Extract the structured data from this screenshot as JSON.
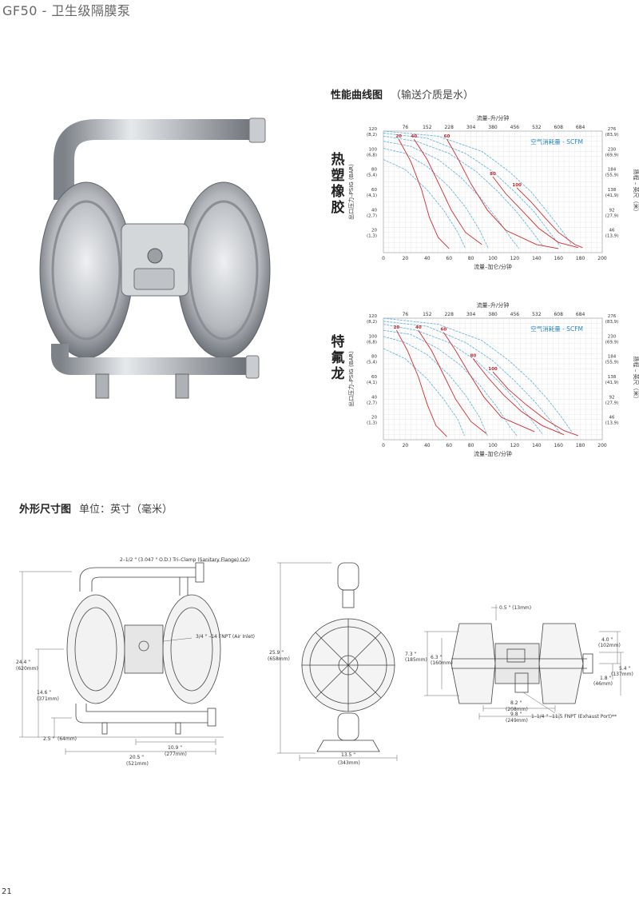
{
  "page": {
    "title": "GF50 - 卫生级隔膜泵",
    "page_number": "21"
  },
  "performance": {
    "heading": "性能曲线图",
    "subheading": "（输送介质是水）"
  },
  "charts": [
    {
      "material_label": [
        "热",
        "塑",
        "橡",
        "胶"
      ]
    },
    {
      "material_label": [
        "特",
        "氟",
        "龙"
      ]
    }
  ],
  "chart_data": [
    {
      "type": "line",
      "title": "",
      "top_axis_label": "流量–升/分钟",
      "top_ticks": [
        "76",
        "152",
        "228",
        "304",
        "380",
        "456",
        "532",
        "608",
        "684"
      ],
      "xlabel": "流量–加仑/分钟",
      "x_ticks": [
        0,
        20,
        40,
        60,
        80,
        100,
        120,
        140,
        160,
        180,
        200
      ],
      "xlim": [
        0,
        200
      ],
      "ylabel_left": "出口压力–PSIG (BAR)",
      "ylabel_right": "扬程 – 英尺（米）",
      "ylim": [
        0,
        120
      ],
      "left_ticks": [
        {
          "v": 120,
          "main": "120",
          "sub": "(8,2)"
        },
        {
          "v": 100,
          "main": "100",
          "sub": "(6,8)"
        },
        {
          "v": 80,
          "main": "80",
          "sub": "(5,4)"
        },
        {
          "v": 60,
          "main": "60",
          "sub": "(4,1)"
        },
        {
          "v": 40,
          "main": "40",
          "sub": "(2,7)"
        },
        {
          "v": 20,
          "main": "20",
          "sub": "(1,3)"
        }
      ],
      "right_ticks": [
        {
          "v": 120,
          "main": "276",
          "sub": "(83,9)"
        },
        {
          "v": 100,
          "main": "230",
          "sub": "(69,9)"
        },
        {
          "v": 80,
          "main": "184",
          "sub": "(55,9)"
        },
        {
          "v": 60,
          "main": "138",
          "sub": "(41,9)"
        },
        {
          "v": 40,
          "main": "92",
          "sub": "(27,9)"
        },
        {
          "v": 20,
          "main": "46",
          "sub": "(13,9)"
        }
      ],
      "legend": "空气消耗量 - SCFM",
      "grid": true,
      "air_series": [
        {
          "name": "20",
          "values": [
            [
              14,
              112
            ],
            [
              25,
              90
            ],
            [
              35,
              62
            ],
            [
              42,
              35
            ],
            [
              50,
              15
            ],
            [
              60,
              4
            ]
          ]
        },
        {
          "name": "40",
          "values": [
            [
              28,
              112
            ],
            [
              40,
              92
            ],
            [
              52,
              65
            ],
            [
              62,
              42
            ],
            [
              75,
              20
            ],
            [
              90,
              8
            ]
          ]
        },
        {
          "name": "60",
          "values": [
            [
              58,
              112
            ],
            [
              68,
              93
            ],
            [
              80,
              68
            ],
            [
              95,
              42
            ],
            [
              112,
              22
            ],
            [
              140,
              8
            ],
            [
              160,
              4
            ]
          ]
        },
        {
          "name": "80",
          "values": [
            [
              100,
              75
            ],
            [
              112,
              58
            ],
            [
              128,
              40
            ],
            [
              142,
              24
            ],
            [
              160,
              10
            ],
            [
              178,
              5
            ]
          ]
        },
        {
          "name": "100",
          "values": [
            [
              122,
              64
            ],
            [
              135,
              50
            ],
            [
              148,
              34
            ],
            [
              160,
              20
            ],
            [
              175,
              8
            ],
            [
              182,
              5
            ]
          ]
        }
      ],
      "curves": [
        {
          "values": [
            [
              0,
              92
            ],
            [
              20,
              82
            ],
            [
              40,
              62
            ],
            [
              55,
              42
            ],
            [
              68,
              20
            ],
            [
              75,
              4
            ]
          ]
        },
        {
          "values": [
            [
              0,
              103
            ],
            [
              20,
              98
            ],
            [
              40,
              85
            ],
            [
              60,
              65
            ],
            [
              75,
              45
            ],
            [
              88,
              22
            ],
            [
              96,
              4
            ]
          ]
        },
        {
          "values": [
            [
              0,
              110
            ],
            [
              25,
              105
            ],
            [
              50,
              92
            ],
            [
              70,
              75
            ],
            [
              88,
              55
            ],
            [
              105,
              32
            ],
            [
              118,
              12
            ],
            [
              124,
              4
            ]
          ]
        },
        {
          "values": [
            [
              0,
              115
            ],
            [
              30,
              110
            ],
            [
              60,
              98
            ],
            [
              85,
              80
            ],
            [
              105,
              60
            ],
            [
              122,
              40
            ],
            [
              135,
              22
            ],
            [
              146,
              6
            ]
          ]
        },
        {
          "values": [
            [
              0,
              118
            ],
            [
              40,
              113
            ],
            [
              75,
              98
            ],
            [
              100,
              80
            ],
            [
              120,
              60
            ],
            [
              138,
              40
            ],
            [
              152,
              20
            ],
            [
              162,
              6
            ]
          ]
        },
        {
          "values": [
            [
              0,
              120
            ],
            [
              50,
              115
            ],
            [
              90,
              100
            ],
            [
              115,
              80
            ],
            [
              135,
              60
            ],
            [
              150,
              40
            ],
            [
              163,
              22
            ],
            [
              172,
              8
            ]
          ]
        }
      ]
    },
    {
      "type": "line",
      "title": "",
      "top_axis_label": "流量–升/分钟",
      "top_ticks": [
        "76",
        "152",
        "228",
        "304",
        "380",
        "456",
        "532",
        "608",
        "684"
      ],
      "xlabel": "流量–加仑/分钟",
      "x_ticks": [
        0,
        20,
        40,
        60,
        80,
        100,
        120,
        140,
        160,
        180,
        200
      ],
      "xlim": [
        0,
        200
      ],
      "ylabel_left": "出口压力–PSIG (BAR)",
      "ylabel_right": "扬程 – 英尺（米）",
      "ylim": [
        0,
        120
      ],
      "left_ticks": [
        {
          "v": 120,
          "main": "120",
          "sub": "(8,2)"
        },
        {
          "v": 100,
          "main": "100",
          "sub": "(6,8)"
        },
        {
          "v": 80,
          "main": "80",
          "sub": "(5,4)"
        },
        {
          "v": 60,
          "main": "60",
          "sub": "(4,1)"
        },
        {
          "v": 40,
          "main": "40",
          "sub": "(2,7)"
        },
        {
          "v": 20,
          "main": "20",
          "sub": "(1,3)"
        }
      ],
      "right_ticks": [
        {
          "v": 120,
          "main": "276",
          "sub": "(83,9)"
        },
        {
          "v": 100,
          "main": "230",
          "sub": "(69,9)"
        },
        {
          "v": 80,
          "main": "184",
          "sub": "(55,9)"
        },
        {
          "v": 60,
          "main": "138",
          "sub": "(41,9)"
        },
        {
          "v": 40,
          "main": "92",
          "sub": "(27,9)"
        },
        {
          "v": 20,
          "main": "46",
          "sub": "(13,9)"
        }
      ],
      "legend": "空气消耗量 - SCFM",
      "grid": true,
      "air_series": [
        {
          "name": "20",
          "values": [
            [
              12,
              108
            ],
            [
              22,
              88
            ],
            [
              32,
              62
            ],
            [
              40,
              35
            ],
            [
              48,
              14
            ],
            [
              58,
              3
            ]
          ]
        },
        {
          "name": "40",
          "values": [
            [
              32,
              108
            ],
            [
              44,
              88
            ],
            [
              56,
              62
            ],
            [
              66,
              40
            ],
            [
              80,
              18
            ],
            [
              94,
              6
            ]
          ]
        },
        {
          "name": "60",
          "values": [
            [
              55,
              106
            ],
            [
              66,
              88
            ],
            [
              78,
              66
            ],
            [
              92,
              42
            ],
            [
              108,
              22
            ],
            [
              138,
              8
            ]
          ]
        },
        {
          "name": "80",
          "values": [
            [
              82,
              80
            ],
            [
              95,
              62
            ],
            [
              110,
              44
            ],
            [
              126,
              28
            ],
            [
              145,
              14
            ],
            [
              165,
              5
            ]
          ]
        },
        {
          "name": "100",
          "values": [
            [
              100,
              67
            ],
            [
              114,
              50
            ],
            [
              130,
              35
            ],
            [
              148,
              20
            ],
            [
              165,
              9
            ],
            [
              178,
              4
            ]
          ]
        }
      ],
      "curves": [
        {
          "values": [
            [
              0,
              90
            ],
            [
              20,
              80
            ],
            [
              40,
              60
            ],
            [
              55,
              40
            ],
            [
              68,
              20
            ],
            [
              74,
              4
            ]
          ]
        },
        {
          "values": [
            [
              0,
              102
            ],
            [
              20,
              96
            ],
            [
              40,
              84
            ],
            [
              60,
              64
            ],
            [
              75,
              44
            ],
            [
              88,
              22
            ],
            [
              95,
              4
            ]
          ]
        },
        {
          "values": [
            [
              0,
              108
            ],
            [
              25,
              104
            ],
            [
              50,
              90
            ],
            [
              70,
              74
            ],
            [
              88,
              54
            ],
            [
              104,
              32
            ],
            [
              116,
              12
            ],
            [
              122,
              4
            ]
          ]
        },
        {
          "values": [
            [
              0,
              114
            ],
            [
              30,
              108
            ],
            [
              60,
              96
            ],
            [
              85,
              78
            ],
            [
              105,
              58
            ],
            [
              122,
              38
            ],
            [
              135,
              20
            ],
            [
              145,
              6
            ]
          ]
        },
        {
          "values": [
            [
              0,
              117
            ],
            [
              40,
              112
            ],
            [
              75,
              96
            ],
            [
              100,
              78
            ],
            [
              120,
              58
            ],
            [
              138,
              38
            ],
            [
              152,
              20
            ],
            [
              162,
              6
            ]
          ]
        },
        {
          "values": [
            [
              0,
              120
            ],
            [
              50,
              114
            ],
            [
              90,
              98
            ],
            [
              115,
              78
            ],
            [
              135,
              58
            ],
            [
              150,
              40
            ],
            [
              163,
              22
            ],
            [
              172,
              8
            ]
          ]
        }
      ]
    }
  ],
  "dimensions": {
    "heading": "外形尺寸图",
    "unit": "单位：英寸（毫米）",
    "front": {
      "clamp_note": "2–1/2 \" (3.047 \" O.D.) Tri–Clamp (Sanitary Flange) (x2)",
      "air_inlet": "3/4 \" –14 FNPT (Air Inlet)",
      "h_total": "24.4 \"",
      "h_total_mm": "(620mm)",
      "h_mid": "14.6 \"",
      "h_mid_mm": "(371mm)",
      "h_low": "2.5 \"",
      "h_low_mm": "(64mm)",
      "w_inner": "10.9 \"",
      "w_inner_mm": "(277mm)",
      "w_total": "20.5 \"",
      "w_total_mm": "(521mm)"
    },
    "side": {
      "h_total": "25.9 \"",
      "h_total_mm": "(658mm)",
      "w_base": "13.5 \"",
      "w_base_mm": "(343mm)"
    },
    "top": {
      "d_top": "0.5 \" (13mm)",
      "d_left1": "7.3 \"",
      "d_left1_mm": "(185mm)",
      "d_left2": "6.3 \"",
      "d_left2_mm": "(160mm)",
      "d_r1": "4.0 \"",
      "d_r1_mm": "(102mm)",
      "d_r2": "5.4 \"",
      "d_r2_mm": "(137mm)",
      "d_r3": "1.8 \"",
      "d_r3_mm": "(46mm)",
      "d_b1": "8.2 \"",
      "d_b1_mm": "(208mm)",
      "d_b2": "9.8 \"",
      "d_b2_mm": "(249mm)",
      "exhaust": "1–1/4 \" –11.5 FNPT (Exhaust Port)**"
    }
  }
}
